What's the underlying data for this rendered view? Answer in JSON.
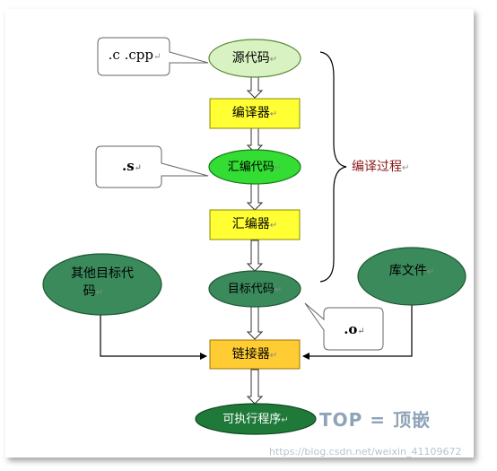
{
  "nodes": {
    "source": {
      "label": "源代码",
      "fill": "#d9f2c2"
    },
    "compiler": {
      "label": "编译器",
      "fill": "#ffff33"
    },
    "asm_code": {
      "label": "汇编代码",
      "fill": "#33dd33"
    },
    "assembler": {
      "label": "汇编器",
      "fill": "#ffff33"
    },
    "obj_code": {
      "label": "目标代码",
      "fill": "#3b8a5c"
    },
    "other_obj": {
      "label_line1": "其他目标代",
      "label_line2": "码",
      "fill": "#3b8a5c"
    },
    "lib_file": {
      "label": "库文件",
      "fill": "#3b8a5c"
    },
    "linker": {
      "label": "链接器",
      "fill": "#ffcc33"
    },
    "executable": {
      "label": "可执行程序",
      "fill": "#1f7a3a"
    }
  },
  "bubbles": {
    "c_cpp": ".c .cpp",
    "s": ".s",
    "o": ".o"
  },
  "brace_label": "编译过程",
  "para_mark": "↵",
  "watermark": {
    "url": "https://blog.csdn.net/weixin_41109672",
    "logo": "TOP = 顶嵌"
  }
}
